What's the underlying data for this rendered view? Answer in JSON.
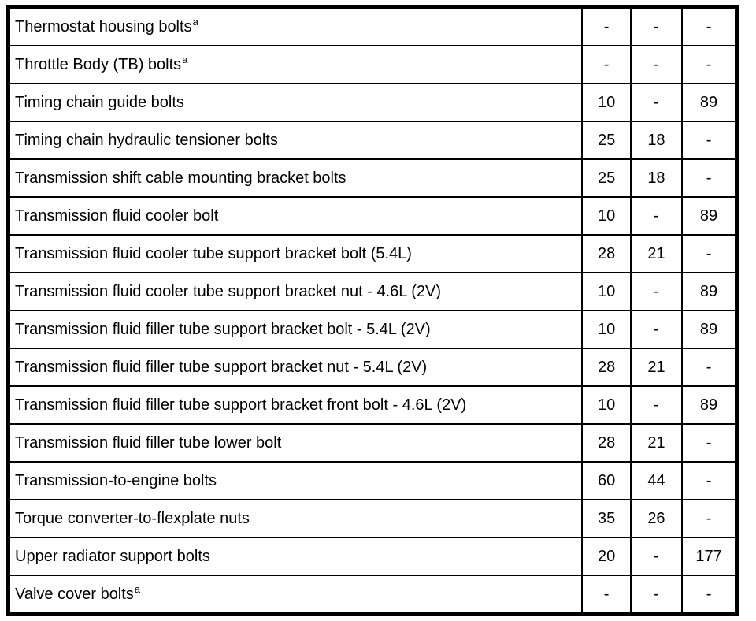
{
  "page": {
    "background_color": "#ffffff",
    "text_color": "#000000",
    "border_color": "#000000"
  },
  "table": {
    "columns_count": 4,
    "rows": [
      {
        "label": "Thermostat housing bolts",
        "footnote": "a",
        "values": [
          "-",
          "-",
          "-"
        ]
      },
      {
        "label": "Throttle Body (TB) bolts",
        "footnote": "a",
        "values": [
          "-",
          "-",
          "-"
        ]
      },
      {
        "label": "Timing chain guide bolts",
        "footnote": "",
        "values": [
          "10",
          "-",
          "89"
        ]
      },
      {
        "label": "Timing chain hydraulic tensioner bolts",
        "footnote": "",
        "values": [
          "25",
          "18",
          "-"
        ]
      },
      {
        "label": "Transmission shift cable mounting bracket bolts",
        "footnote": "",
        "values": [
          "25",
          "18",
          "-"
        ]
      },
      {
        "label": "Transmission fluid cooler bolt",
        "footnote": "",
        "values": [
          "10",
          "-",
          "89"
        ]
      },
      {
        "label": "Transmission fluid cooler tube support bracket bolt (5.4L)",
        "footnote": "",
        "values": [
          "28",
          "21",
          "-"
        ]
      },
      {
        "label": "Transmission fluid cooler tube support bracket nut - 4.6L (2V)",
        "footnote": "",
        "values": [
          "10",
          "-",
          "89"
        ]
      },
      {
        "label": "Transmission fluid filler tube support bracket bolt - 5.4L (2V)",
        "footnote": "",
        "values": [
          "10",
          "-",
          "89"
        ]
      },
      {
        "label": "Transmission fluid filler tube support bracket nut - 5.4L (2V)",
        "footnote": "",
        "values": [
          "28",
          "21",
          "-"
        ]
      },
      {
        "label": "Transmission fluid filler tube support bracket front bolt - 4.6L (2V)",
        "footnote": "",
        "values": [
          "10",
          "-",
          "89"
        ]
      },
      {
        "label": "Transmission fluid filler tube lower bolt",
        "footnote": "",
        "values": [
          "28",
          "21",
          "-"
        ]
      },
      {
        "label": "Transmission-to-engine bolts",
        "footnote": "",
        "values": [
          "60",
          "44",
          "-"
        ]
      },
      {
        "label": "Torque converter-to-flexplate nuts",
        "footnote": "",
        "values": [
          "35",
          "26",
          "-"
        ]
      },
      {
        "label": "Upper radiator support bolts",
        "footnote": "",
        "values": [
          "20",
          "-",
          "177"
        ]
      },
      {
        "label": "Valve cover bolts",
        "footnote": "a",
        "values": [
          "-",
          "-",
          "-"
        ]
      }
    ]
  }
}
